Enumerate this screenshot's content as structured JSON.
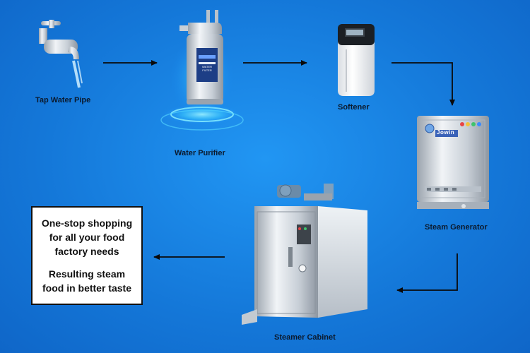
{
  "nodes": {
    "tap": {
      "label": "Tap Water Pipe"
    },
    "purifier": {
      "label": "Water Purifier",
      "badge": "WATER FILTER"
    },
    "softener": {
      "label": "Softener"
    },
    "steam_generator": {
      "label": "Steam Generator",
      "brand": "Jowin"
    },
    "steamer_cabinet": {
      "label": "Steamer Cabinet"
    }
  },
  "info_box": {
    "lines": [
      [
        "One-stop shopping",
        "for all your food",
        "factory needs"
      ],
      [
        "Resulting steam",
        "food in better taste"
      ]
    ]
  },
  "flow": [
    "Tap Water Pipe",
    "Water Purifier",
    "Softener",
    "Steam Generator",
    "Steamer Cabinet",
    "One-stop shopping"
  ],
  "colors": {
    "background": "#1477d8",
    "arrow": "#0a0a0a",
    "box_border": "#111111"
  }
}
